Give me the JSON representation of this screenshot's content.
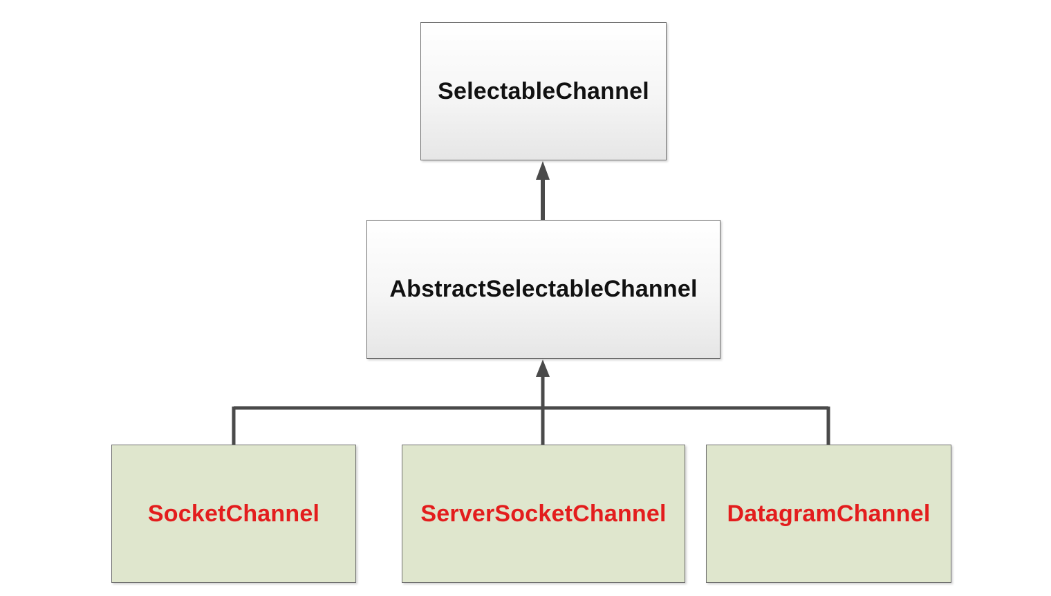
{
  "diagram": {
    "nodes": {
      "selectable": {
        "label": "SelectableChannel"
      },
      "abstract": {
        "label": "AbstractSelectableChannel"
      },
      "socket": {
        "label": "SocketChannel"
      },
      "server": {
        "label": "ServerSocketChannel"
      },
      "datagram": {
        "label": "DatagramChannel"
      }
    },
    "edges": [
      {
        "from": "abstract",
        "to": "selectable",
        "type": "inheritance"
      },
      {
        "from": "socket",
        "to": "abstract",
        "type": "inheritance"
      },
      {
        "from": "server",
        "to": "abstract",
        "type": "inheritance"
      },
      {
        "from": "datagram",
        "to": "abstract",
        "type": "inheritance"
      }
    ],
    "colors": {
      "parent_text": "#111111",
      "child_text": "#e31d1d",
      "child_fill": "#dfe6cd",
      "connector": "#4a4a4a"
    }
  }
}
